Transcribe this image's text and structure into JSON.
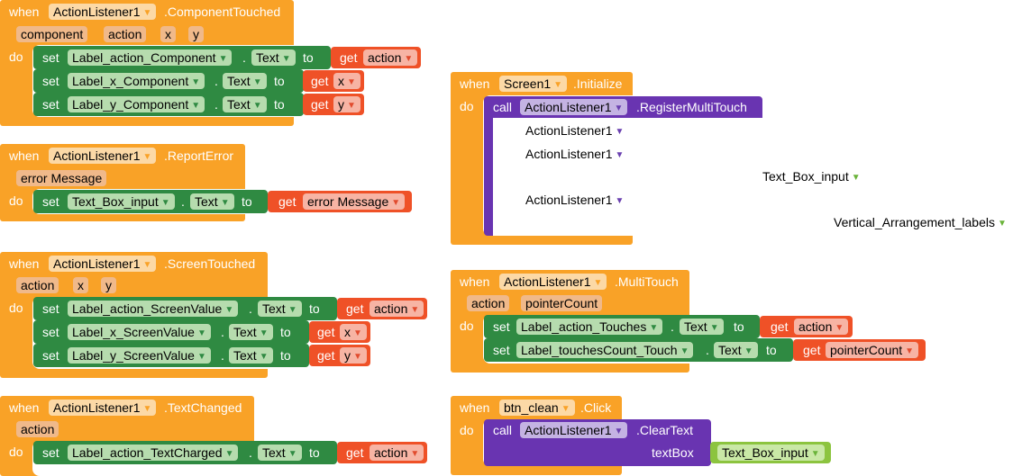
{
  "colors": {
    "event": "#f9a227",
    "set": "#2f8a42",
    "get": "#ef5127",
    "call": "#6934b1",
    "text_block": "#8cc43f"
  },
  "kw": {
    "when": "when",
    "do": "do",
    "set": "set",
    "get": "get",
    "to": "to",
    "call": "call",
    "dot": "."
  },
  "b1": {
    "component": "ActionListener1",
    "event": ".ComponentTouched",
    "params": [
      "component",
      "action",
      "x",
      "y"
    ],
    "rows": [
      {
        "target": "Label_action_Component",
        "prop": "Text",
        "var": "action"
      },
      {
        "target": "Label_x_Component",
        "prop": "Text",
        "var": "x"
      },
      {
        "target": "Label_y_Component",
        "prop": "Text",
        "var": "y"
      }
    ]
  },
  "b2": {
    "component": "ActionListener1",
    "event": ".ReportError",
    "params": [
      "error Message"
    ],
    "rows": [
      {
        "target": "Text_Box_input",
        "prop": "Text",
        "var": "error Message"
      }
    ]
  },
  "b3": {
    "component": "ActionListener1",
    "event": ".ScreenTouched",
    "params": [
      "action",
      "x",
      "y"
    ],
    "rows": [
      {
        "target": "Label_action_ScreenValue",
        "prop": "Text",
        "var": "action"
      },
      {
        "target": "Label_x_ScreenValue",
        "prop": "Text",
        "var": "x"
      },
      {
        "target": "Label_y_ScreenValue",
        "prop": "Text",
        "var": "y"
      }
    ]
  },
  "b4": {
    "component": "ActionListener1",
    "event": ".TextChanged",
    "params": [
      "action"
    ],
    "rows": [
      {
        "target": "Label_action_TextCharged",
        "prop": "Text",
        "var": "action"
      }
    ]
  },
  "b5": {
    "component": "Screen1",
    "event": ".Initialize",
    "call_component": "ActionListener1",
    "method": ".RegisterMultiTouch",
    "args": [
      "ActionListener1",
      "ActionListener1",
      "Text_Box_input",
      "ActionListener1",
      "Vertical_Arrangement_labels"
    ]
  },
  "b6": {
    "component": "ActionListener1",
    "event": ".MultiTouch",
    "params": [
      "action",
      "pointerCount"
    ],
    "rows": [
      {
        "target": "Label_action_Touches",
        "prop": "Text",
        "var": "action"
      },
      {
        "target": "Label_touchesCount_Touch",
        "prop": "Text",
        "var": "pointerCount"
      }
    ]
  },
  "b7": {
    "component": "btn_clean",
    "event": ".Click",
    "call_component": "ActionListener1",
    "method": ".ClearText",
    "arg_name": "textBox",
    "arg_value": "Text_Box_input"
  }
}
